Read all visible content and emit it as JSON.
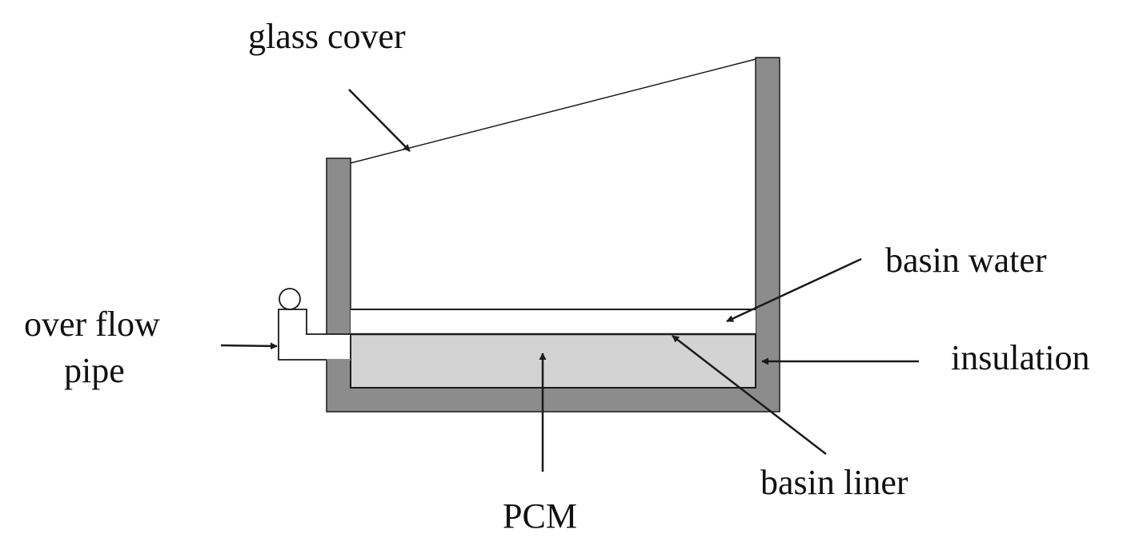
{
  "diagram": {
    "labels": {
      "glass_cover": "glass cover",
      "basin_water": "basin water",
      "over_flow_line1": "over flow",
      "over_flow_line2": "pipe",
      "insulation": "insulation",
      "basin_liner": "basin liner",
      "pcm": "PCM"
    },
    "colors": {
      "insulation": "#8c8c8c",
      "pcm": "#d3d3d3",
      "water": "#ffffff",
      "line": "#1a1a1a",
      "background": "#ffffff"
    }
  }
}
